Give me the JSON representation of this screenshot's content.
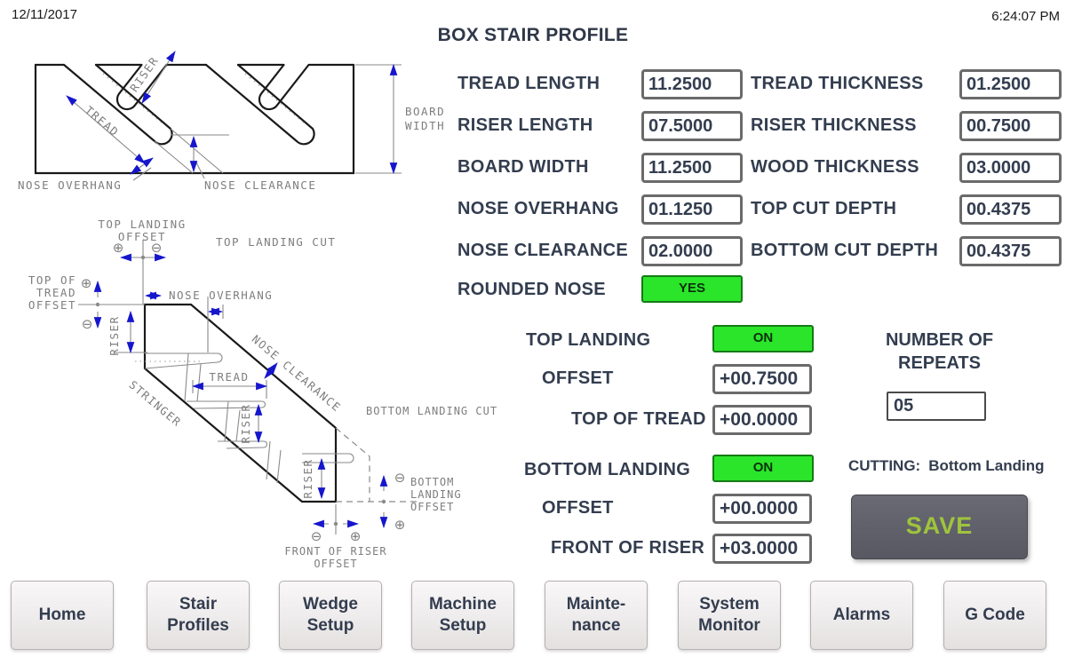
{
  "header": {
    "date": "12/11/2017",
    "time": "6:24:07 PM",
    "title": "BOX STAIR PROFILE"
  },
  "colors": {
    "accent_green": "#2be52b",
    "save_bg": "#5e5e68",
    "save_text": "#9fc43c",
    "label_navy": "#333d4f",
    "cad_blue": "#1616cc",
    "cad_gray": "#7e7e7e"
  },
  "params_left": [
    {
      "label": "TREAD LENGTH",
      "value": "11.2500"
    },
    {
      "label": "RISER LENGTH",
      "value": "07.5000"
    },
    {
      "label": "BOARD WIDTH",
      "value": "11.2500"
    },
    {
      "label": "NOSE OVERHANG",
      "value": "01.1250"
    },
    {
      "label": "NOSE CLEARANCE",
      "value": "02.0000"
    }
  ],
  "params_right": [
    {
      "label": "TREAD THICKNESS",
      "value": "01.2500"
    },
    {
      "label": "RISER THICKNESS",
      "value": "00.7500"
    },
    {
      "label": "WOOD THICKNESS",
      "value": "03.0000"
    },
    {
      "label": "TOP CUT DEPTH",
      "value": "00.4375"
    },
    {
      "label": "BOTTOM CUT DEPTH",
      "value": "00.4375"
    }
  ],
  "rounded_nose": {
    "label": "ROUNDED NOSE",
    "value": "YES"
  },
  "top_landing": {
    "label": "TOP LANDING",
    "state": "ON",
    "rows": [
      {
        "label": "OFFSET",
        "value": "+00.7500"
      },
      {
        "label": "TOP OF TREAD",
        "value": "+00.0000"
      }
    ]
  },
  "bottom_landing": {
    "label": "BOTTOM LANDING",
    "state": "ON",
    "rows": [
      {
        "label": "OFFSET",
        "value": "+00.0000"
      },
      {
        "label": "FRONT OF RISER",
        "value": "+03.0000"
      }
    ]
  },
  "repeats": {
    "label": "NUMBER OF\nREPEATS",
    "value": "05"
  },
  "cutting": {
    "label": "CUTTING:",
    "value": "Bottom Landing"
  },
  "save_label": "SAVE",
  "nav": [
    {
      "label": "Home"
    },
    {
      "label": "Stair\nProfiles"
    },
    {
      "label": "Wedge\nSetup"
    },
    {
      "label": "Machine\nSetup"
    },
    {
      "label": "Mainte-\nnance"
    },
    {
      "label": "System\nMonitor"
    },
    {
      "label": "Alarms"
    },
    {
      "label": "G Code"
    }
  ],
  "diagram_top": {
    "riser": "RISER",
    "tread": "TREAD",
    "board_width": [
      "BOARD",
      "WIDTH"
    ],
    "nose_overhang": "NOSE OVERHANG",
    "nose_clearance": "NOSE CLEARANCE"
  },
  "diagram_bottom": {
    "top_landing_offset": [
      "TOP LANDING",
      "OFFSET"
    ],
    "top_landing_cut": "TOP LANDING CUT",
    "top_of_tread_offset": [
      "TOP OF",
      "TREAD",
      "OFFSET"
    ],
    "nose_overhang": "NOSE OVERHANG",
    "riser": "RISER",
    "tread": "TREAD",
    "nose_clearance": "NOSE CLEARANCE",
    "stringer": "STRINGER",
    "bottom_landing_cut": "BOTTOM LANDING CUT",
    "bottom_landing_offset": [
      "BOTTOM",
      "LANDING",
      "OFFSET"
    ],
    "front_of_riser_offset": [
      "FRONT OF RISER",
      "OFFSET"
    ]
  }
}
